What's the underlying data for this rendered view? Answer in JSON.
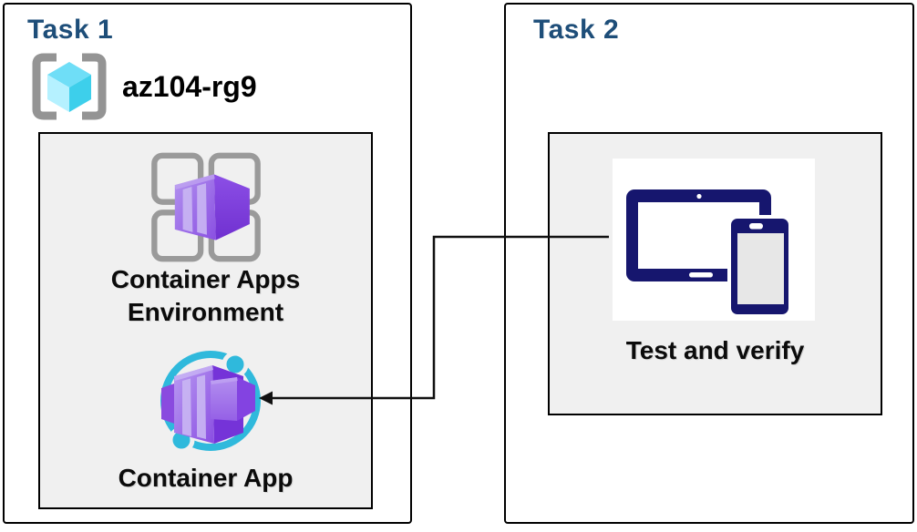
{
  "diagram": {
    "task1": {
      "title": "Task 1",
      "resource_group": "az104-rg9",
      "environment_label": "Container Apps Environment",
      "app_label": "Container App"
    },
    "task2": {
      "title": "Task 2",
      "verify_label": "Test and verify"
    },
    "connector": {
      "from": "Test and verify",
      "to": "Container App",
      "style": "elbow-line-with-arrowhead"
    }
  },
  "icons": {
    "resource_group": "resource-group-icon",
    "environment": "container-apps-environment-icon",
    "container_app": "container-app-icon",
    "test_devices": "tablet-and-phone-icon"
  },
  "colors": {
    "title_blue": "#1E4E79",
    "panel_gray": "#F0F0F0",
    "border_black": "#000000",
    "bracket_gray": "#949494",
    "grid_gray": "#9A9A9A",
    "cyan": "#2FB9DC",
    "cube_cyan_light": "#B5F1FF",
    "cube_cyan_mid": "#6FDEF7",
    "cube_cyan_dark": "#3DCFEB",
    "purple_light": "#C9B6F3",
    "purple_mid": "#9B64E8",
    "purple": "#8B51E4",
    "purple_dark": "#7533D8",
    "device_navy": "#16166E",
    "device_screen_gray": "#E7E7E7"
  }
}
